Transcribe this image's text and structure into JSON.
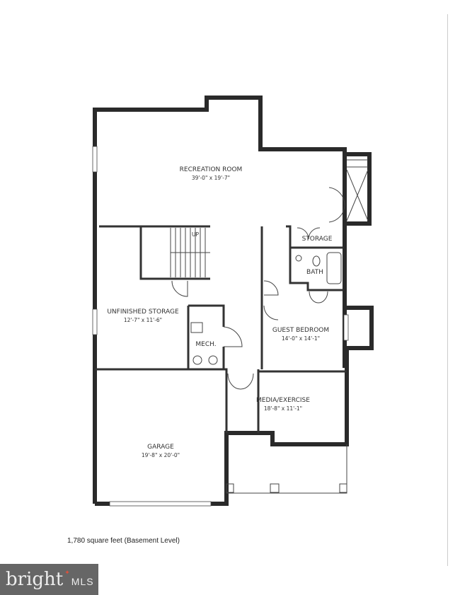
{
  "rooms": {
    "recreation": {
      "name": "RECREATION ROOM",
      "dims": "39'-0\" x 19'-7\""
    },
    "unfinished_storage": {
      "name": "UNFINISHED STORAGE",
      "dims": "12'-7\" x 11'-6\""
    },
    "mech": {
      "name": "MECH."
    },
    "storage": {
      "name": "STORAGE"
    },
    "bath": {
      "name": "BATH"
    },
    "guest_bedroom": {
      "name": "GUEST BEDROOM",
      "dims": "14'-0\" x 14'-1\""
    },
    "media": {
      "name": "MEDIA/EXERCISE",
      "dims": "18'-8\" x 11'-1\""
    },
    "garage": {
      "name": "GARAGE",
      "dims": "19'-8\" x 20'-0\""
    }
  },
  "stair_label": "UP",
  "caption": "1,780 square feet (Basement Level)",
  "logo": {
    "text": "bright",
    "suffix": "MLS",
    "accent": "#e0503a"
  }
}
